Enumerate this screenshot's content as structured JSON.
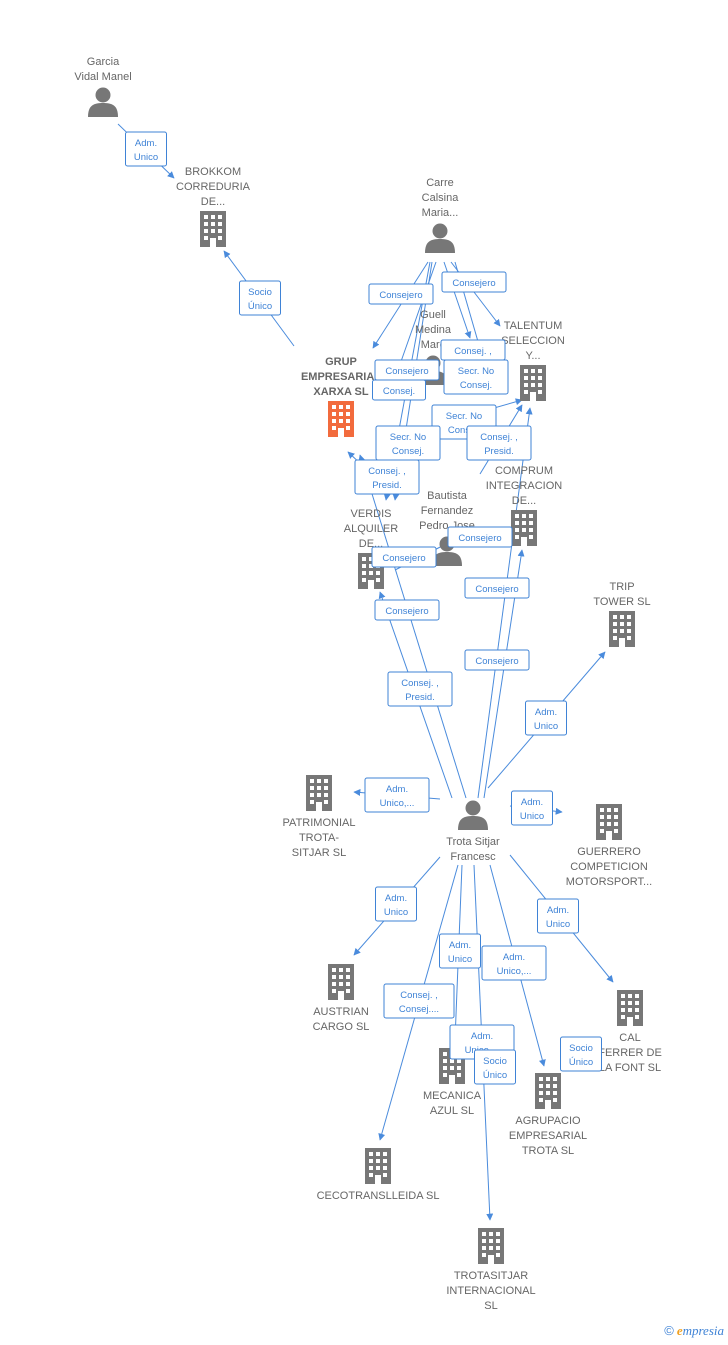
{
  "colors": {
    "edge": "#4a8bdc",
    "label": "#3f83d6",
    "company": "#777777",
    "highlight": "#f26b3d",
    "person": "#777777",
    "text": "#666666"
  },
  "nodes": [
    {
      "id": "garcia",
      "kind": "person",
      "lines": [
        "Garcia",
        "Vidal Manel"
      ]
    },
    {
      "id": "brokkom",
      "kind": "company",
      "lines": [
        "BROKKOM",
        "CORREDURIA",
        "DE..."
      ]
    },
    {
      "id": "carre",
      "kind": "person",
      "lines": [
        "Carre",
        "Calsina",
        "Maria..."
      ]
    },
    {
      "id": "guell",
      "kind": "person",
      "lines": [
        "Guell",
        "Medina",
        "Marc"
      ]
    },
    {
      "id": "talentum",
      "kind": "company",
      "lines": [
        "TALENTUM",
        "SELECCION",
        "Y..."
      ]
    },
    {
      "id": "grup",
      "kind": "company",
      "highlight": true,
      "lines": [
        "GRUP",
        "EMPRESARIAL",
        "XARXA  SL"
      ]
    },
    {
      "id": "comprum",
      "kind": "company",
      "lines": [
        "COMPRUM",
        "INTEGRACION",
        "DE..."
      ]
    },
    {
      "id": "bautista",
      "kind": "person",
      "lines": [
        "Bautista",
        "Fernandez",
        "Pedro Jose"
      ]
    },
    {
      "id": "verdis",
      "kind": "company",
      "lines": [
        "VERDIS",
        "ALQUILER",
        "DE..."
      ]
    },
    {
      "id": "trip",
      "kind": "company",
      "lines": [
        "TRIP",
        "TOWER  SL"
      ]
    },
    {
      "id": "patrimonial",
      "kind": "company",
      "lines": [
        "PATRIMONIAL",
        "TROTA-",
        "SITJAR SL"
      ]
    },
    {
      "id": "trota",
      "kind": "person",
      "lines": [
        "Trota Sitjar",
        "Francesc"
      ]
    },
    {
      "id": "guerrero",
      "kind": "company",
      "lines": [
        "GUERRERO",
        "COMPETICION",
        "MOTORSPORT..."
      ]
    },
    {
      "id": "austrian",
      "kind": "company",
      "lines": [
        "AUSTRIAN",
        "CARGO SL"
      ]
    },
    {
      "id": "cal",
      "kind": "company",
      "lines": [
        "CAL",
        "FERRER DE",
        "LA FONT  SL"
      ]
    },
    {
      "id": "mecanica",
      "kind": "company",
      "lines": [
        "MECANICA",
        "AZUL SL"
      ]
    },
    {
      "id": "agrupacio",
      "kind": "company",
      "lines": [
        "AGRUPACIO",
        "EMPRESARIAL",
        "TROTA SL"
      ]
    },
    {
      "id": "cecotrans",
      "kind": "company",
      "lines": [
        "CECOTRANSLLEIDA SL"
      ]
    },
    {
      "id": "trotasitjar",
      "kind": "company",
      "lines": [
        "TROTASITJAR",
        "INTERNACIONAL",
        "SL"
      ]
    }
  ],
  "edges": [
    {
      "id": "e1",
      "lines": [
        "Adm.",
        "Unico"
      ]
    },
    {
      "id": "e2",
      "lines": [
        "Socio",
        "Único"
      ]
    },
    {
      "id": "e3",
      "lines": [
        "Consejero"
      ]
    },
    {
      "id": "e4",
      "lines": [
        "Consejero"
      ]
    },
    {
      "id": "e5",
      "lines": [
        "Consej. ,"
      ]
    },
    {
      "id": "e6",
      "lines": [
        "Consejero"
      ]
    },
    {
      "id": "e7",
      "lines": [
        "Secr.  No",
        "Consej."
      ]
    },
    {
      "id": "e8",
      "lines": [
        "Consej."
      ]
    },
    {
      "id": "e9",
      "lines": [
        "Secr.  No",
        "Consej."
      ]
    },
    {
      "id": "e10",
      "lines": [
        "Secr.  No",
        "Consej."
      ]
    },
    {
      "id": "e11",
      "lines": [
        "Consej. ,",
        "Presid."
      ]
    },
    {
      "id": "e12",
      "lines": [
        "Consej. ,",
        "Presid."
      ]
    },
    {
      "id": "e13",
      "lines": [
        "Consejero"
      ]
    },
    {
      "id": "e14",
      "lines": [
        "Consejero"
      ]
    },
    {
      "id": "e15",
      "lines": [
        "Consejero"
      ]
    },
    {
      "id": "e16",
      "lines": [
        "Consejero"
      ]
    },
    {
      "id": "e17",
      "lines": [
        "Consejero"
      ]
    },
    {
      "id": "e18",
      "lines": [
        "Consej. ,",
        "Presid."
      ]
    },
    {
      "id": "e19",
      "lines": [
        "Adm.",
        "Unico"
      ]
    },
    {
      "id": "e20",
      "lines": [
        "Adm.",
        "Unico,..."
      ]
    },
    {
      "id": "e21",
      "lines": [
        "Adm.",
        "Unico"
      ]
    },
    {
      "id": "e22",
      "lines": [
        "Adm.",
        "Unico"
      ]
    },
    {
      "id": "e23",
      "lines": [
        "Adm.",
        "Unico"
      ]
    },
    {
      "id": "e24",
      "lines": [
        "Adm.",
        "Unico"
      ]
    },
    {
      "id": "e25",
      "lines": [
        "Adm.",
        "Unico,..."
      ]
    },
    {
      "id": "e26",
      "lines": [
        "Consej. ,",
        "Consej...."
      ]
    },
    {
      "id": "e27",
      "lines": [
        "Adm.",
        "Unico,..."
      ]
    },
    {
      "id": "e28",
      "lines": [
        "Socio",
        "Único"
      ]
    },
    {
      "id": "e29",
      "lines": [
        "Socio",
        "Único"
      ]
    }
  ],
  "footer": {
    "copyright": "©",
    "brand_initial": "e",
    "brand_rest": "mpresia"
  }
}
